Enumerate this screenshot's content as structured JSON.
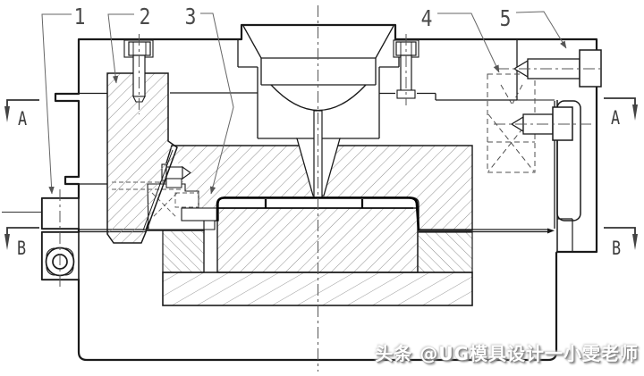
{
  "drawing_title": "injection-mold-assembly-section",
  "callouts": [
    {
      "label": "1"
    },
    {
      "label": "2"
    },
    {
      "label": "3"
    },
    {
      "label": "4"
    },
    {
      "label": "5"
    }
  ],
  "sections": {
    "left": [
      {
        "label": "A"
      },
      {
        "label": "B"
      }
    ],
    "right": [
      {
        "label": "A"
      },
      {
        "label": "B"
      }
    ]
  },
  "watermark": {
    "text": "头条 @UG模具设计一小雯老师"
  },
  "colors": {
    "background": "#ffffff",
    "outline": "#1a1a1a",
    "hatch": "#8a8a8a",
    "centerline": "#555555",
    "leader": "#666666",
    "watermark_text": "#ffffff",
    "watermark_shadow": "#8a8a8a"
  }
}
